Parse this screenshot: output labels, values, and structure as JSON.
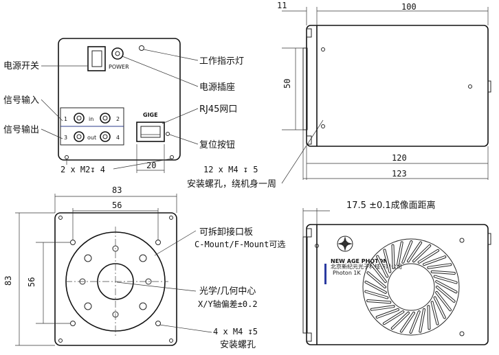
{
  "labels": {
    "power_switch": "电源开关",
    "signal_in": "信号输入",
    "signal_out": "信号输出",
    "work_led": "工作指示灯",
    "power_socket": "电源插座",
    "rj45": "RJ45网口",
    "reset": "复位按钮",
    "m4_install": "12 x M4 ↧ 5",
    "m4_install_desc": "安装螺孔，绕机身一周",
    "m2": "2 x  M2↧ 4",
    "mount": "可拆卸接口板",
    "mount_sub": "C-Mount/F-Mount可选",
    "optical": "光学/几何中心",
    "optical_sub": "X/Y轴偏差±0.2",
    "m4_front": "4 x M4 ↧5",
    "m4_front_desc": "安装螺孔",
    "flange": "17.5 ±0.1成像面距离"
  },
  "panel": {
    "power": "POWER",
    "gige": "GIGE",
    "in": "in",
    "out": "out",
    "p1": "1",
    "p2": "2",
    "p3": "3",
    "p4": "4"
  },
  "dims": {
    "d11": "11",
    "d100": "100",
    "d50": "50",
    "d120": "120",
    "d123": "123",
    "d20": "20",
    "d83_top": "83",
    "d56_top": "56",
    "d83_side": "83",
    "d56_side": "56"
  },
  "brand": {
    "name": "NEW AGE PHOTON",
    "sub": "北京新纪元光子科技有限公司",
    "model": "Photon 1K"
  }
}
